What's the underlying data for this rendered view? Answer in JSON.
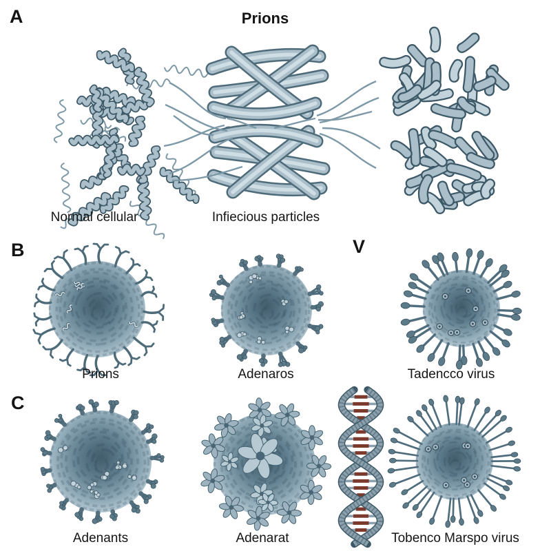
{
  "figure": {
    "colors": {
      "background": "#ffffff",
      "text": "#141414",
      "molecule_light": "#aabfca",
      "molecule_mid": "#8aa4b2",
      "molecule_dark": "#4e6b7a",
      "outline": "#3d5968",
      "sphere_center": "#415c6b",
      "sphere_rim": "#c6d6de",
      "dna_rung": "#7b3a2c"
    },
    "panel_a": {
      "label": "A",
      "title": "Prions",
      "caption_left": "Normal cellular",
      "caption_center": "Infiecious particles"
    },
    "panel_b": {
      "label": "B",
      "items": [
        {
          "caption": "Prions"
        },
        {
          "caption": "Adenaros"
        }
      ]
    },
    "panel_v": {
      "label": "V",
      "items": [
        {
          "caption": "Tadencco virus"
        }
      ]
    },
    "panel_c": {
      "label": "C",
      "items": [
        {
          "caption": "Adenants"
        },
        {
          "caption": "Adenarat"
        },
        {
          "caption": "Tobenco Marspo virus"
        }
      ]
    }
  }
}
